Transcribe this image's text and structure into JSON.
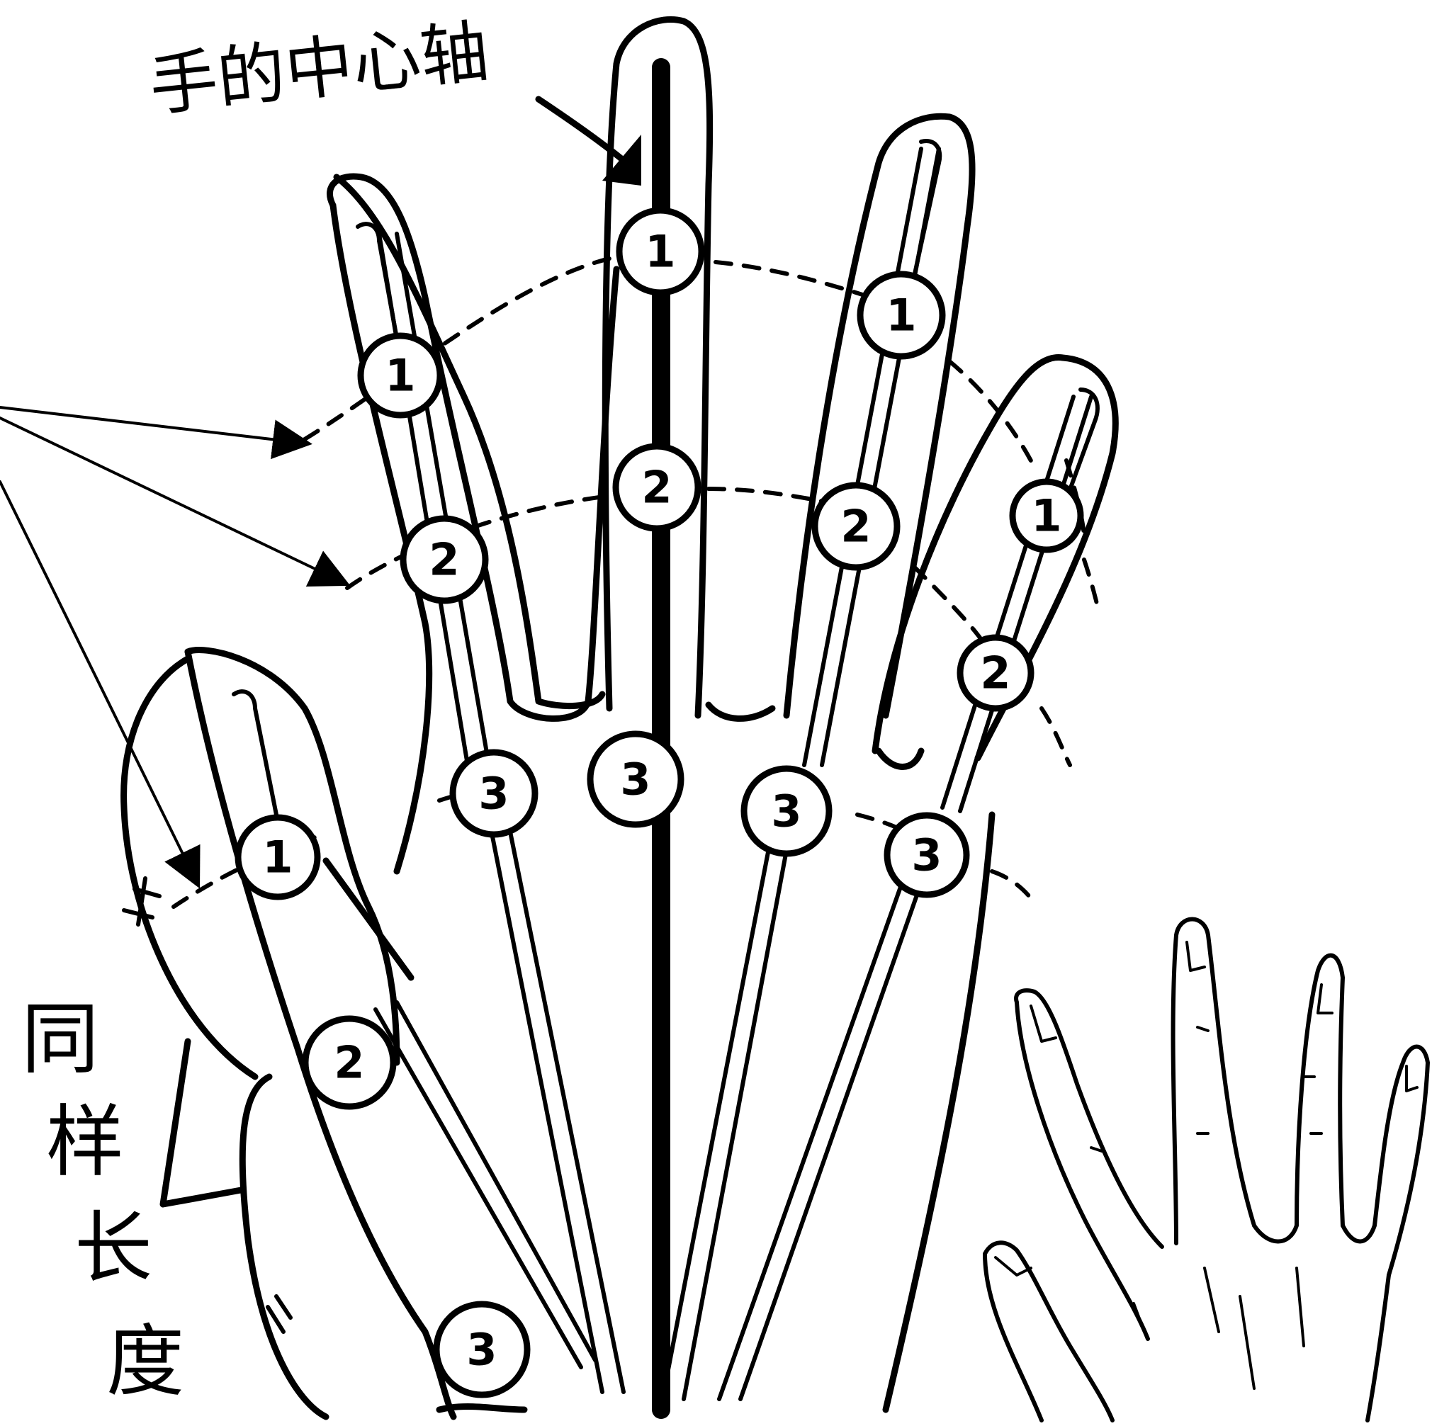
{
  "labels": {
    "center_axis": "手的中心轴",
    "same_length": [
      "同",
      "样",
      "长",
      "度"
    ]
  },
  "joint_markers": {
    "index": [
      "1",
      "2",
      "3"
    ],
    "middle": [
      "1",
      "2",
      "3"
    ],
    "ring": [
      "1",
      "2",
      "3"
    ],
    "little": [
      "1",
      "2",
      "3"
    ],
    "thumb": [
      "1",
      "2",
      "3"
    ]
  },
  "colors": {
    "ink": "#000000",
    "paper": "#ffffff"
  }
}
